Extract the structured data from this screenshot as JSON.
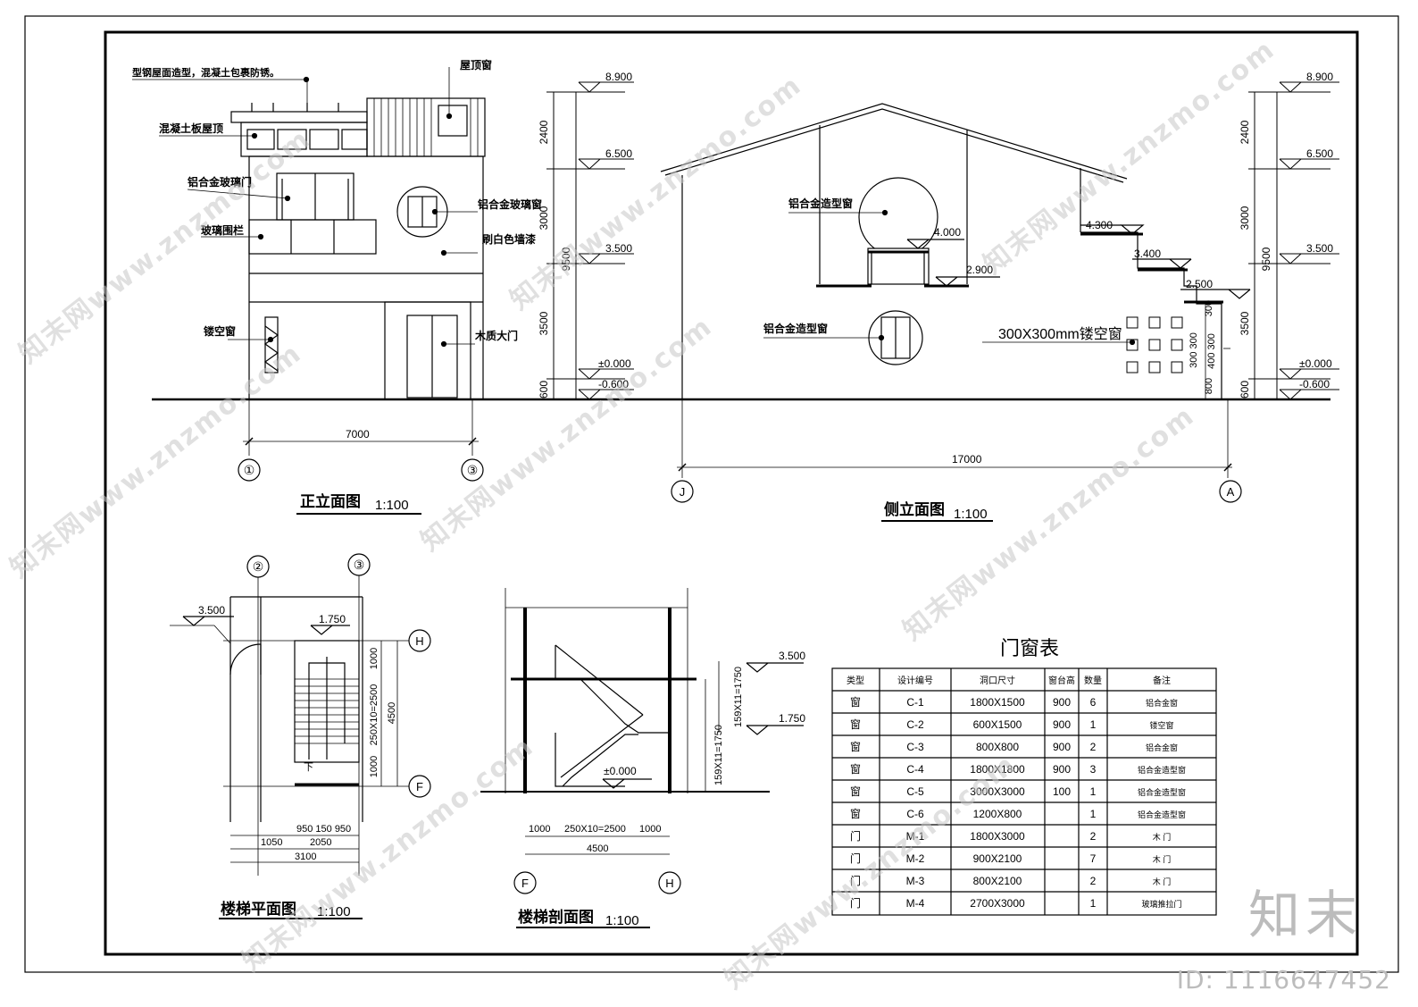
{
  "watermark": {
    "text": "知末网www.znzmo.com",
    "brand": "知末",
    "id_label": "ID: 1116647452"
  },
  "front_elevation": {
    "title": "正立面图",
    "scale": "1:100",
    "notes": {
      "roof_steel": "型钢屋面造型，混凝土包裹防锈。",
      "skylight": "屋顶窗",
      "concrete_roof": "混凝土板屋顶",
      "alu_glass_door": "铝合金玻璃门",
      "glass_rail": "玻璃围栏",
      "alu_glass_window": "铝合金玻璃窗",
      "white_wall": "刷白色墙漆",
      "openwork_window": "镂空窗",
      "wood_door": "木质大门"
    },
    "dims": {
      "width": "7000",
      "d1": "2400",
      "d2": "3000",
      "d3": "3500",
      "d4": "600",
      "total": "9500"
    },
    "levels": {
      "l1": "8.900",
      "l2": "6.500",
      "l3": "3.500",
      "l4": "±0.000",
      "l5": "-0.600"
    },
    "axes": {
      "a": "①",
      "b": "③"
    }
  },
  "side_elevation": {
    "title": "侧立面图",
    "scale": "1:100",
    "notes": {
      "alu_window_1": "铝合金造型窗",
      "alu_window_2": "铝合金造型窗",
      "openwork": "300X300mm镂空窗"
    },
    "levels": {
      "l400": "4.000",
      "l290": "2.900",
      "l430": "4.300",
      "l340": "3.400",
      "l250": "2.500",
      "r1": "8.900",
      "r2": "6.500",
      "r3": "3.500",
      "r4": "±0.000",
      "r5": "-0.600"
    },
    "dims": {
      "width": "17000",
      "d1": "2400",
      "d2": "3000",
      "d3": "3500",
      "d4": "600",
      "total": "9500",
      "small_a": "300",
      "small_b": "300 300",
      "small_c": "400 300",
      "small_d": "800"
    },
    "axes": {
      "a": "J",
      "b": "A"
    }
  },
  "stair_plan": {
    "title": "楼梯平面图",
    "scale": "1:100",
    "levels": {
      "a": "3.500",
      "b": "1.750"
    },
    "dims": {
      "v1": "1000",
      "v2": "250X10=2500",
      "v3": "1000",
      "v_total": "4500",
      "h1": "950 150 950",
      "h2a": "1050",
      "h2b": "2050",
      "h3": "3100"
    },
    "down": "下",
    "axes": {
      "a": "②",
      "b": "③",
      "c": "H",
      "d": "F"
    }
  },
  "stair_section": {
    "title": "楼梯剖面图",
    "scale": "1:100",
    "levels": {
      "a": "3.500",
      "b": "1.750",
      "c": "±0.000"
    },
    "dims": {
      "v1": "159X11=1750",
      "v2": "159X11=1750",
      "h1": "1000",
      "h2": "250X10=2500",
      "h3": "1000",
      "h_total": "4500"
    },
    "axes": {
      "a": "F",
      "b": "H"
    }
  },
  "door_window_table": {
    "title": "门窗表",
    "headers": [
      "类型",
      "设计编号",
      "洞口尺寸",
      "窗台高",
      "数量",
      "备注"
    ],
    "rows": [
      [
        "窗",
        "C-1",
        "1800X1500",
        "900",
        "6",
        "铝合金窗"
      ],
      [
        "窗",
        "C-2",
        "600X1500",
        "900",
        "1",
        "镂空窗"
      ],
      [
        "窗",
        "C-3",
        "800X800",
        "900",
        "2",
        "铝合金窗"
      ],
      [
        "窗",
        "C-4",
        "1800X1800",
        "900",
        "3",
        "铝合金造型窗"
      ],
      [
        "窗",
        "C-5",
        "3000X3000",
        "100",
        "1",
        "铝合金造型窗"
      ],
      [
        "窗",
        "C-6",
        "1200X800",
        "",
        "1",
        "铝合金造型窗"
      ],
      [
        "门",
        "M-1",
        "1800X3000",
        "",
        "2",
        "木 门"
      ],
      [
        "门",
        "M-2",
        "900X2100",
        "",
        "7",
        "木 门"
      ],
      [
        "门",
        "M-3",
        "800X2100",
        "",
        "2",
        "木 门"
      ],
      [
        "门",
        "M-4",
        "2700X3000",
        "",
        "1",
        "玻璃推拉门"
      ]
    ]
  }
}
